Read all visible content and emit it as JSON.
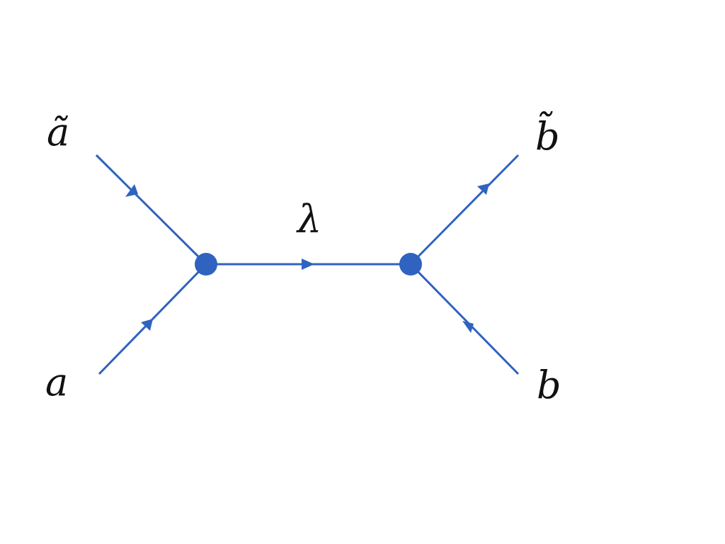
{
  "diagram": {
    "labels": {
      "a_tilde": "ã",
      "a": "a",
      "b_tilde": "b̃",
      "b": "b",
      "lambda": "λ"
    },
    "line_color": "#2f63bf",
    "vertex_color": "#2f63bf",
    "text_color": "#111111"
  }
}
